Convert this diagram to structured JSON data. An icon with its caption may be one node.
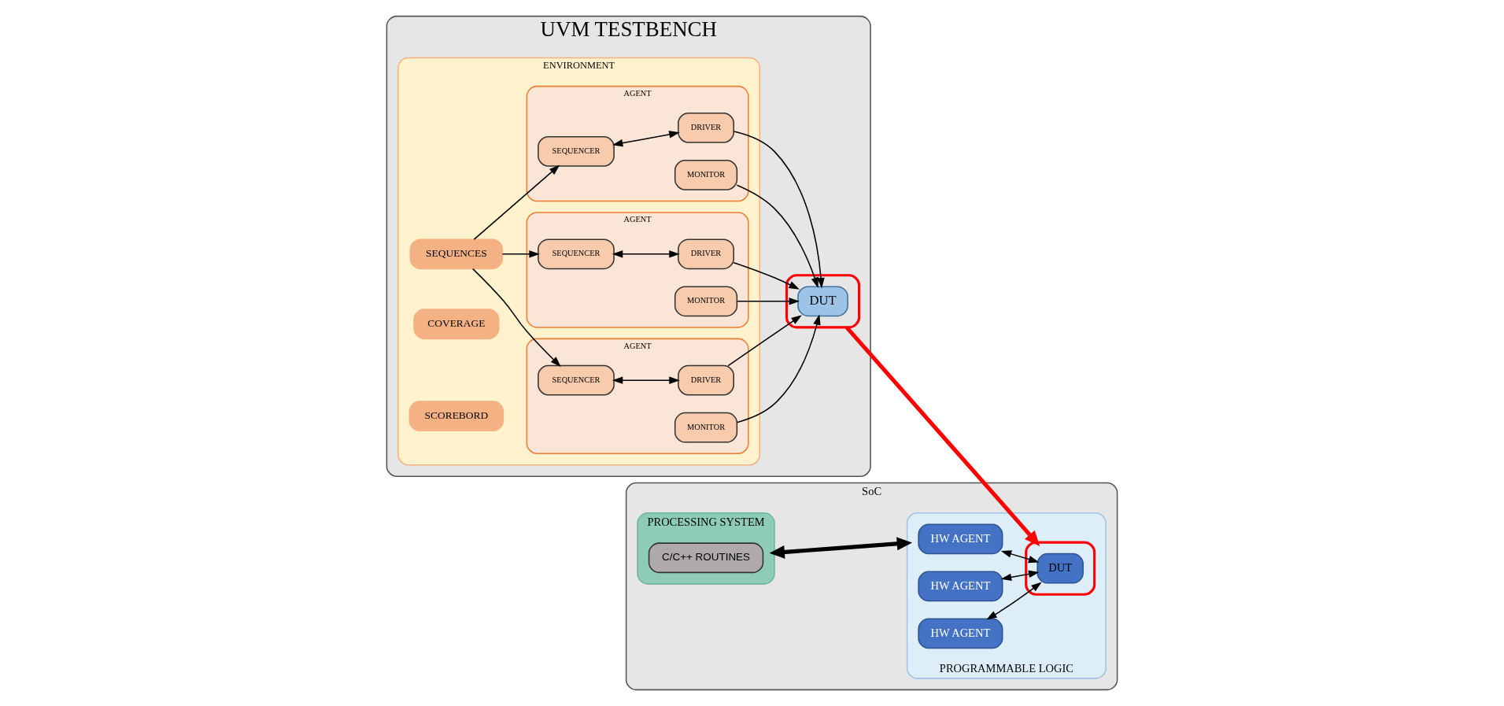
{
  "diagram": {
    "nodes": [
      {
        "text": [
          "UVM TESTBENCH"
        ]
      },
      {
        "text": [
          "ENVIRONMENT"
        ],
        "in": 0
      },
      {
        "text": [
          "SEQUENCES"
        ],
        "in": 1
      },
      {
        "text": [
          "COVERAGE"
        ],
        "in": 1
      },
      {
        "text": [
          "SCOREBORD"
        ],
        "in": 1
      },
      {
        "text": [
          "AGENT"
        ],
        "in": 1
      },
      {
        "text": [
          "SEQUENCER"
        ],
        "in": 5
      },
      {
        "text": [
          "DRIVER"
        ],
        "in": 5
      },
      {
        "text": [
          "MONITOR"
        ],
        "in": 5
      },
      {
        "text": [
          "AGENT"
        ],
        "in": 1
      },
      {
        "text": [
          "SEQUENCER"
        ],
        "in": 9
      },
      {
        "text": [
          "DRIVER"
        ],
        "in": 9
      },
      {
        "text": [
          "MONITOR"
        ],
        "in": 9
      },
      {
        "text": [
          "AGENT"
        ],
        "in": 1
      },
      {
        "text": [
          "SEQUENCER"
        ],
        "in": 13
      },
      {
        "text": [
          "DRIVER"
        ],
        "in": 13
      },
      {
        "text": [
          "MONITOR"
        ],
        "in": 13
      },
      {
        "text": [],
        "shape": "box",
        "in": 0
      },
      {
        "text": [
          "DUT"
        ],
        "in": 17
      },
      {
        "text": [
          "SoC"
        ]
      },
      {
        "text": [
          "PROCESSING SYSTEM"
        ],
        "in": 19
      },
      {
        "text": [
          "C/C++ ROUTINES"
        ],
        "in": 20
      },
      {
        "text": [
          "PROGRAMMABLE LOGIC"
        ],
        "in": 19
      },
      {
        "text": [
          "HW AGENT"
        ],
        "in": 22
      },
      {
        "text": [
          "HW AGENT"
        ],
        "in": 22
      },
      {
        "text": [
          "HW AGENT"
        ],
        "in": 22
      },
      {
        "text": [],
        "shape": "box",
        "in": 22
      },
      {
        "text": [
          "DUT"
        ],
        "in": 26
      }
    ],
    "edges": [
      {
        "from": 2,
        "to": 6,
        "arrow": "to"
      },
      {
        "from": 2,
        "to": 10,
        "arrow": "to"
      },
      {
        "from": 2,
        "to": 14,
        "arrow": "to"
      },
      {
        "from": 6,
        "to": 7,
        "arrow": "both"
      },
      {
        "from": 10,
        "to": 11,
        "arrow": "both"
      },
      {
        "from": 14,
        "to": 15,
        "arrow": "both"
      },
      {
        "from": 7,
        "to": 18,
        "arrow": "to"
      },
      {
        "from": 8,
        "to": 18,
        "arrow": "to"
      },
      {
        "from": 11,
        "to": 18,
        "arrow": "to"
      },
      {
        "from": 12,
        "to": 18,
        "arrow": "to"
      },
      {
        "from": 15,
        "to": 18,
        "arrow": "to"
      },
      {
        "from": 16,
        "to": 18,
        "arrow": "to"
      },
      {
        "from": 20,
        "to": 22,
        "arrow": "both",
        "style": "thick"
      },
      {
        "from": 23,
        "to": 27,
        "arrow": "both"
      },
      {
        "from": 24,
        "to": 27,
        "arrow": "both"
      },
      {
        "from": 25,
        "to": 27,
        "arrow": "both"
      },
      {
        "from": 17,
        "to": 26,
        "arrow": "to",
        "style": "thick",
        "color": "#ff0000"
      }
    ]
  }
}
